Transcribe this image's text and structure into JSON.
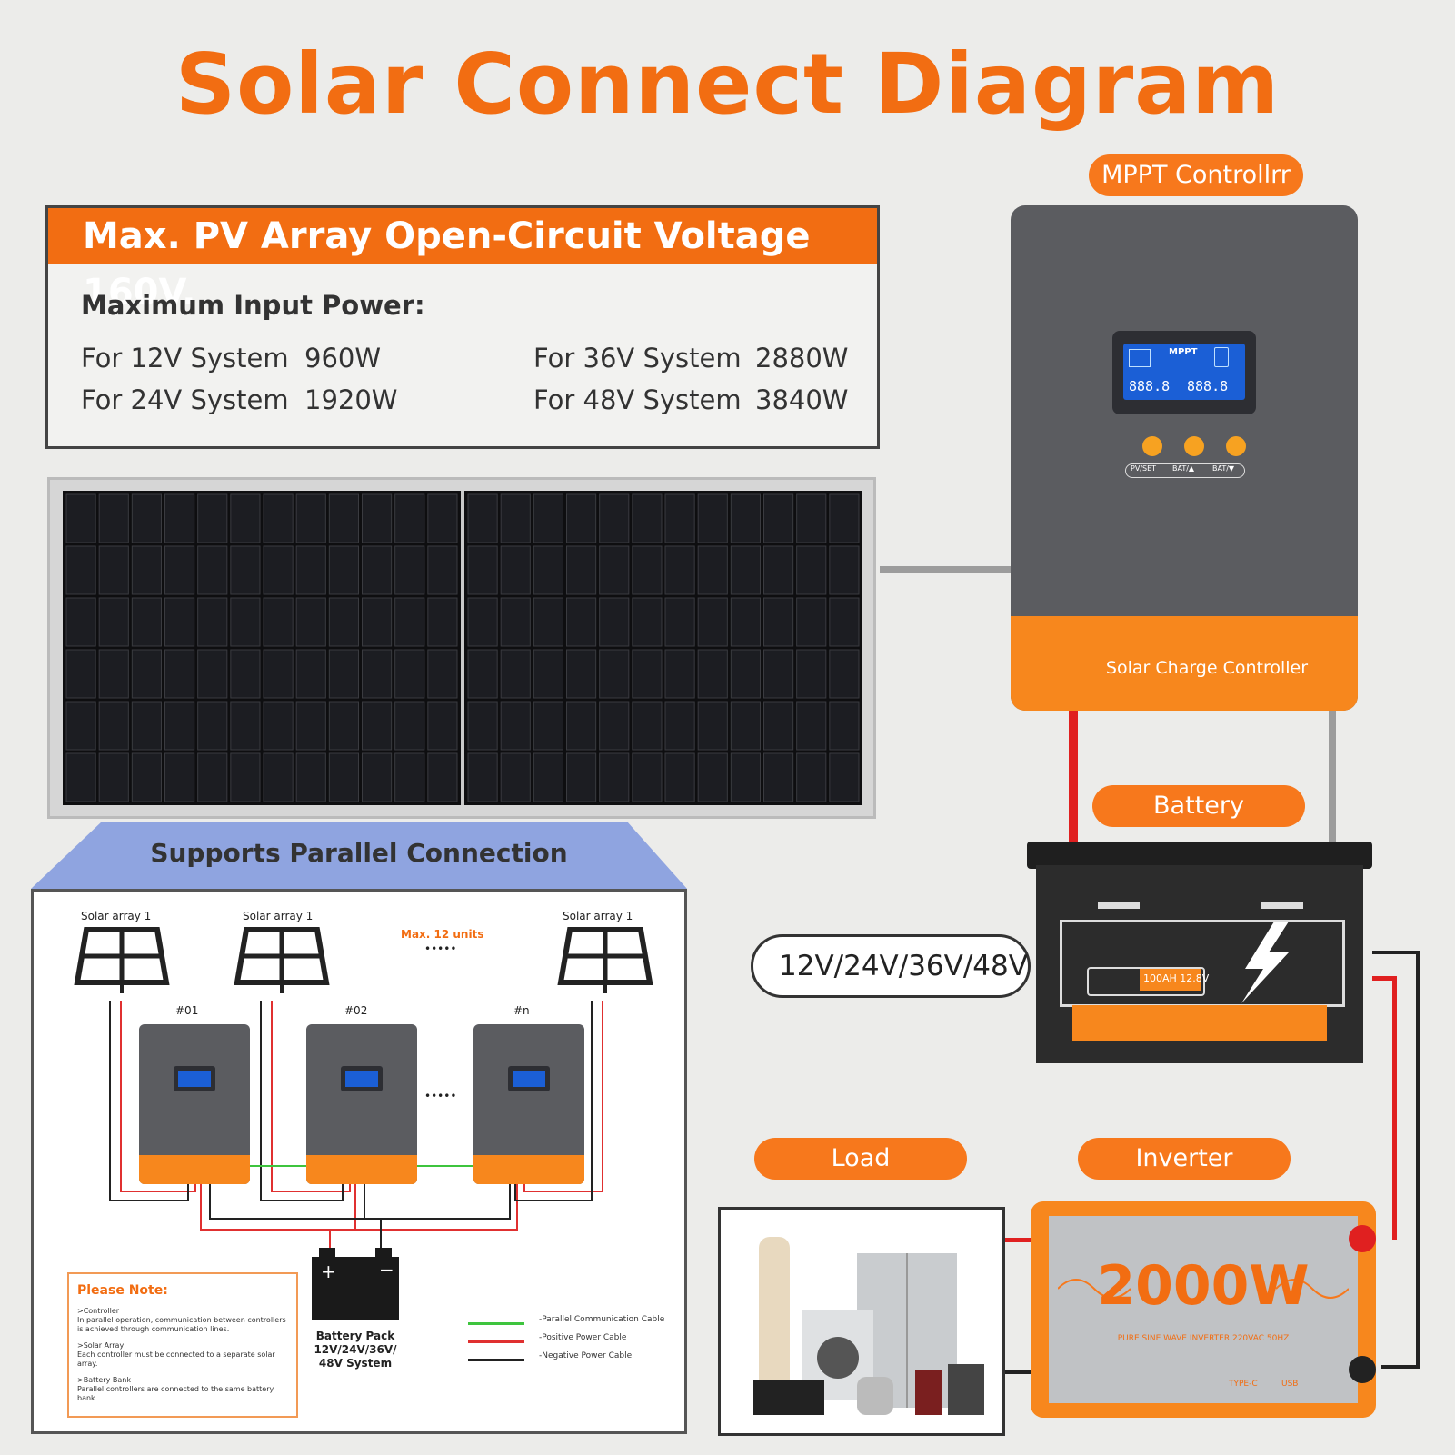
{
  "title": "Solar Connect Diagram",
  "spec": {
    "header": "Max. PV Array Open-Circuit Voltage 160V.",
    "subheading": "Maximum Input Power:",
    "rows": [
      {
        "label": "For 12V System",
        "value": "960W"
      },
      {
        "label": "For 24V System",
        "value": "1920W"
      },
      {
        "label": "For 36V System",
        "value": "2880W"
      },
      {
        "label": "For 48V System",
        "value": "3840W"
      }
    ]
  },
  "labels": {
    "controller": "MPPT Controllrr",
    "battery": "Battery",
    "load": "Load",
    "inverter": "Inverter",
    "voltage": "12V/24V/36V/48V"
  },
  "controller": {
    "name": "Solar Charge Controller",
    "lcd_brand": "MPPT",
    "lcd_digits_left": "888.8",
    "lcd_digits_right": "888.8",
    "buttons": [
      "PV/SET",
      "BAT/▲",
      "BAT/▼"
    ]
  },
  "battery": {
    "spec": "100AH 12.8V"
  },
  "inverter": {
    "power": "2000W",
    "subtitle": "PURE SINE WAVE INVERTER 220VAC 50HZ",
    "ports": [
      "TYPE-C",
      "USB"
    ]
  },
  "parallel": {
    "heading": "Supports Parallel Connection",
    "array_labels": [
      "Solar array 1",
      "Solar array 1",
      "Solar array 1"
    ],
    "max_units": "Max. 12 units",
    "dots": "•••••",
    "unit_ids": [
      "#01",
      "#02",
      "#n"
    ],
    "battery_pack": [
      "Battery Pack",
      "12V/24V/36V/",
      "48V System"
    ],
    "legend": [
      {
        "label": "-Parallel Communication Cable",
        "color": "#3ec43e"
      },
      {
        "label": "-Positive Power Cable",
        "color": "#e03030"
      },
      {
        "label": "-Negative Power Cable",
        "color": "#222222"
      }
    ],
    "note": {
      "title": "Please Note:",
      "items": [
        {
          "head": ">Controller",
          "body": "In parallel operation, communication between controllers is achieved through communication lines."
        },
        {
          "head": ">Solar Array",
          "body": "Each controller must be connected to a separate solar array."
        },
        {
          "head": ">Battery Bank",
          "body": "Parallel controllers are connected to the same battery bank."
        }
      ]
    }
  },
  "colors": {
    "accent": "#f26d12",
    "controller_body": "#5b5c60",
    "positive": "#e03030",
    "parallel_band": "#8fa4e0"
  }
}
